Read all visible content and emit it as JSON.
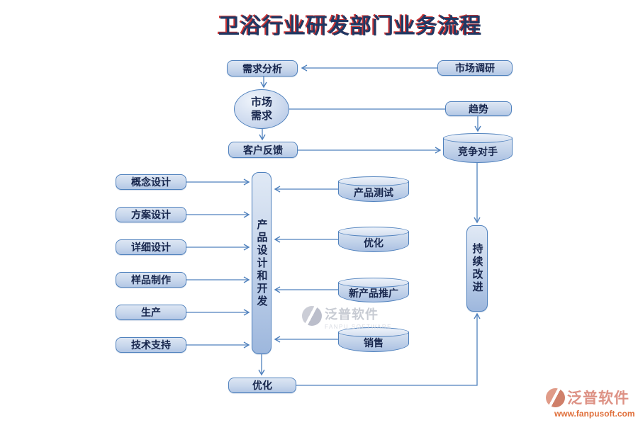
{
  "title": "卫浴行业研发部门业务流程",
  "nodes": {
    "demand_analysis": "需求分析",
    "market_research": "市场调研",
    "market_demand": "市场需求",
    "trend": "趋势",
    "customer_feedback": "客户反馈",
    "competitor": "竞争对手",
    "concept_design": "概念设计",
    "scheme_design": "方案设计",
    "detail_design": "详细设计",
    "sample_making": "样品制作",
    "production": "生产",
    "tech_support": "技术支持",
    "product_design_dev": "产品设计和开发",
    "product_test": "产品测试",
    "optimization": "优化",
    "new_product_promotion": "新产品推广",
    "sales": "销售",
    "continuous_improvement": "持续改进",
    "optimization_final": "优化"
  },
  "watermarks": {
    "center": {
      "brand": "泛普软件",
      "sub": "FANPU SOFTWARE"
    },
    "corner": {
      "brand": "泛普软件",
      "url": "www.fanpusoft.com"
    }
  },
  "colors": {
    "accent_blue": "#4f81bd",
    "title_navy": "#1f3864",
    "title_red_shadow": "#c01010",
    "shape_fill_light": "#dde6f3",
    "shape_fill_dark": "#9db7dd",
    "watermark_orange": "#e0703c",
    "watermark_salmon": "#dd9184"
  }
}
